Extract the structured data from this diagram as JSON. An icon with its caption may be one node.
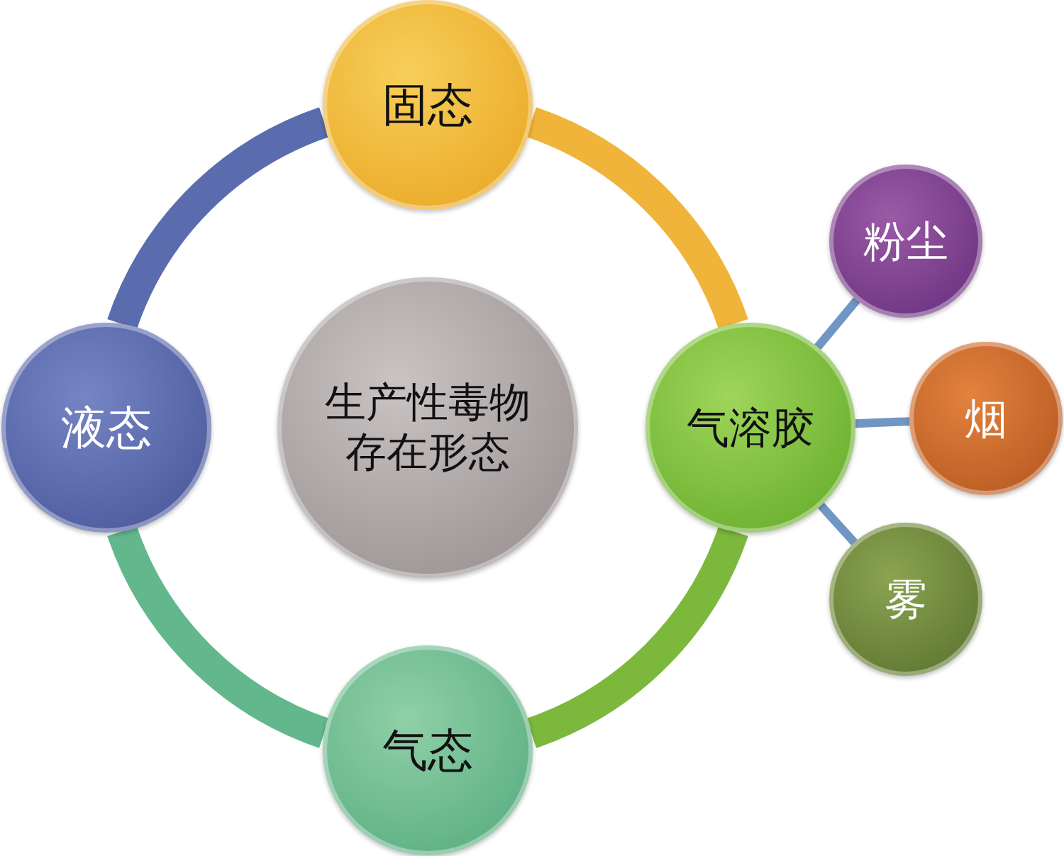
{
  "diagram": {
    "nodes": [
      {
        "text": [
          "生产性毒物存在形态"
        ]
      },
      {
        "text": [
          "固态"
        ]
      },
      {
        "text": [
          "气溶胶"
        ]
      },
      {
        "text": [
          "气态"
        ]
      },
      {
        "text": [
          "液态"
        ]
      },
      {
        "text": [
          "粉尘"
        ]
      },
      {
        "text": [
          "烟"
        ]
      },
      {
        "text": [
          "雾"
        ]
      }
    ],
    "edges": [
      {
        "from": 1,
        "to": 2,
        "arrow": "none",
        "color": "#f0b43a"
      },
      {
        "from": 2,
        "to": 3,
        "arrow": "none",
        "color": "#7cb83c"
      },
      {
        "from": 3,
        "to": 4,
        "arrow": "none",
        "color": "#62b88c"
      },
      {
        "from": 4,
        "to": 1,
        "arrow": "none",
        "color": "#5a6cae"
      },
      {
        "from": 2,
        "to": 5,
        "arrow": "none",
        "color": "#7096c4"
      },
      {
        "from": 2,
        "to": 6,
        "arrow": "none",
        "color": "#7096c4"
      },
      {
        "from": 2,
        "to": 7,
        "arrow": "none",
        "color": "#7096c4"
      }
    ]
  }
}
